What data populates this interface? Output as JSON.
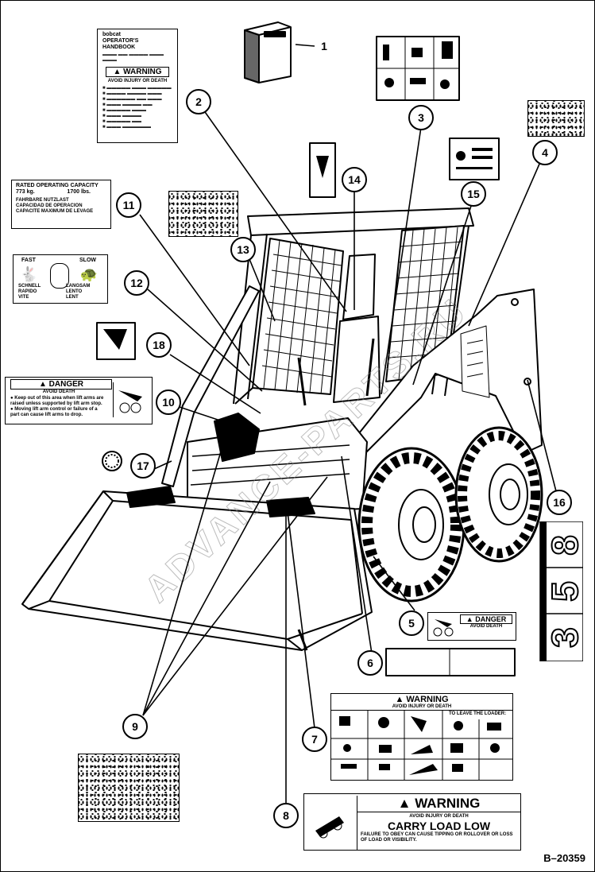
{
  "callouts": [
    "1",
    "2",
    "3",
    "4",
    "5",
    "6",
    "7",
    "8",
    "9",
    "10",
    "11",
    "12",
    "13",
    "14",
    "15",
    "16",
    "17",
    "18"
  ],
  "decals": {
    "manual": {
      "brand": "bobcat",
      "title": "OPERATOR'S HANDBOOK",
      "warning": "WARNING",
      "sub": "AVOID INJURY OR DEATH"
    },
    "rated_capacity": {
      "title": "RATED OPERATING CAPACITY",
      "kg": "773 kg.",
      "lbs": "1700 lbs.",
      "line1": "FAHRBARE NUTZLAST",
      "line2": "CAPACIDAD DE OPERACION",
      "line3": "CAPACITE MAXIMUM DE LEVAGE"
    },
    "speed": {
      "fast": "FAST",
      "slow": "SLOW",
      "fast_sub": "SCHNELL RAPIDO VITE",
      "slow_sub": "LANGSAM LENTO LENT"
    },
    "danger": {
      "header": "DANGER",
      "sub": "AVOID DEATH",
      "b1": "Keep out of this area when lift arms are raised unless supported by lift arm stop.",
      "b2": "Moving lift arm control or failure of a part can cause lift arms to drop."
    },
    "warning_big": {
      "header": "WARNING",
      "sub": "AVOID INJURY OR DEATH",
      "leave": "TO LEAVE THE LOADER:"
    },
    "carry_load": {
      "header": "WARNING",
      "sub": "AVOID INJURY OR DEATH",
      "main": "CARRY LOAD LOW",
      "foot": "FAILURE TO OBEY CAN CAUSE TIPPING OR ROLLOVER OR LOSS OF LOAD OR VISIBILITY."
    },
    "danger_small": {
      "header": "DANGER",
      "sub": "AVOID DEATH"
    }
  },
  "model_digits": [
    "8",
    "5",
    "3"
  ],
  "watermark": "ADVANCE-PARTS.RU",
  "doc_ref": "B–20359"
}
